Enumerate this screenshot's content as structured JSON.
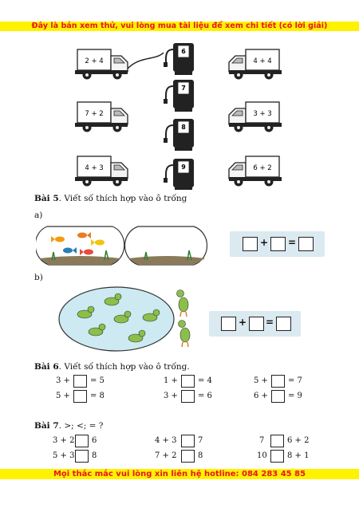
{
  "banner_top": "Đây là bản xem thử, vui lòng mua tài liệu để xem chi tiết (có lời giải)",
  "banner_bottom": "Mọi thắc mắc vui lòng xin liên hệ hotline: 084 283 45 85",
  "trucks_left": [
    "2 + 4",
    "7 + 2",
    "4 + 3"
  ],
  "trucks_right": [
    "4 + 4",
    "3 + 3",
    "6 + 2"
  ],
  "pumps": [
    "6",
    "7",
    "8",
    "9"
  ],
  "bai5": {
    "label": "Bài 5",
    "text": ". Viết số thích hợp vào ô trống",
    "part_a": "a)",
    "part_b": "b)"
  },
  "equation_signs": {
    "plus": "+",
    "equals": "="
  },
  "bai6": {
    "label": "Bài 6",
    "text": ".  Viết số thích hợp vào ô trống.",
    "rows": [
      [
        {
          "left": "3 +",
          "right": "= 5"
        },
        {
          "left": "1 +",
          "right": "= 4"
        },
        {
          "left": "5 +",
          "right": "= 7"
        }
      ],
      [
        {
          "left": "5 +",
          "right": "= 8"
        },
        {
          "left": "3 +",
          "right": "= 6"
        },
        {
          "left": "6 +",
          "right": "= 9"
        }
      ]
    ]
  },
  "bai7": {
    "label": "Bài 7",
    "text": ". >; <; = ?",
    "rows": [
      [
        {
          "left": "3 + 2",
          "right": "6"
        },
        {
          "left": "4 + 3",
          "right": "7"
        },
        {
          "left": "7",
          "right": "6 + 2"
        }
      ],
      [
        {
          "left": "5 + 3",
          "right": "8"
        },
        {
          "left": "7 + 2",
          "right": "8"
        },
        {
          "left": "10",
          "right": "8 + 1"
        }
      ]
    ]
  }
}
